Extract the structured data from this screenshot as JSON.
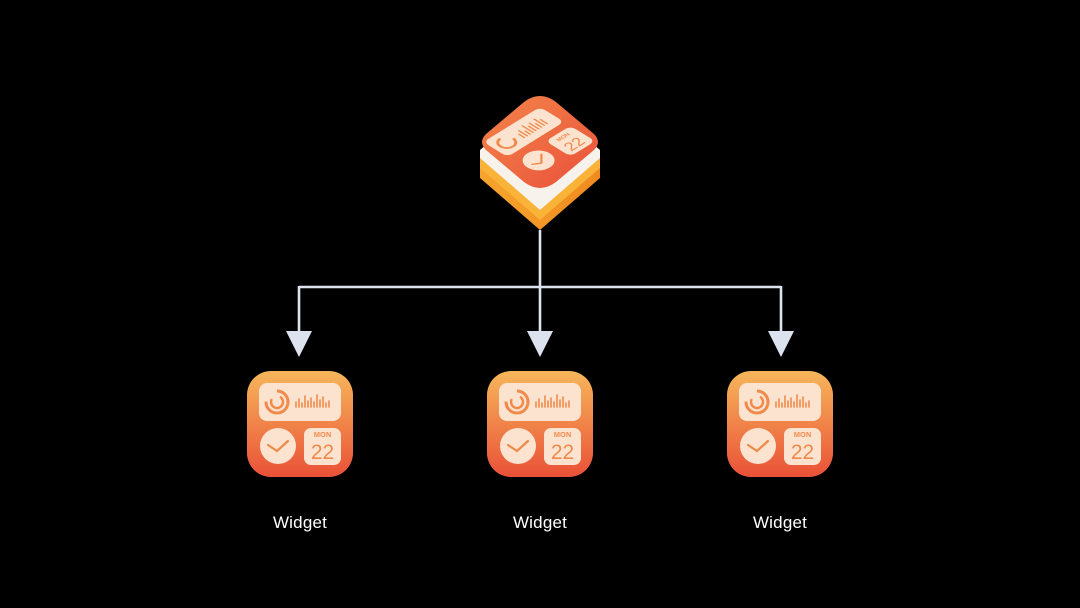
{
  "diagram": {
    "root": {
      "icon": "widgetkit-framework-icon",
      "calendar_day": "MON",
      "calendar_date": "22"
    },
    "children": [
      {
        "label": "Widget",
        "icon": "widget-app-icon",
        "calendar_day": "MON",
        "calendar_date": "22"
      },
      {
        "label": "Widget",
        "icon": "widget-app-icon",
        "calendar_day": "MON",
        "calendar_date": "22"
      },
      {
        "label": "Widget",
        "icon": "widget-app-icon",
        "calendar_day": "MON",
        "calendar_date": "22"
      }
    ]
  },
  "colors": {
    "background": "#000000",
    "connector": "#dde3ee",
    "icon_top": "#f6b65a",
    "icon_bottom": "#ea5138",
    "tile": "#fbe3cf",
    "tile_accent": "#f08a4b",
    "layer_white": "#f7f2ec",
    "layer_orange": "#f49a2a",
    "layer_amber": "#f8b338"
  }
}
